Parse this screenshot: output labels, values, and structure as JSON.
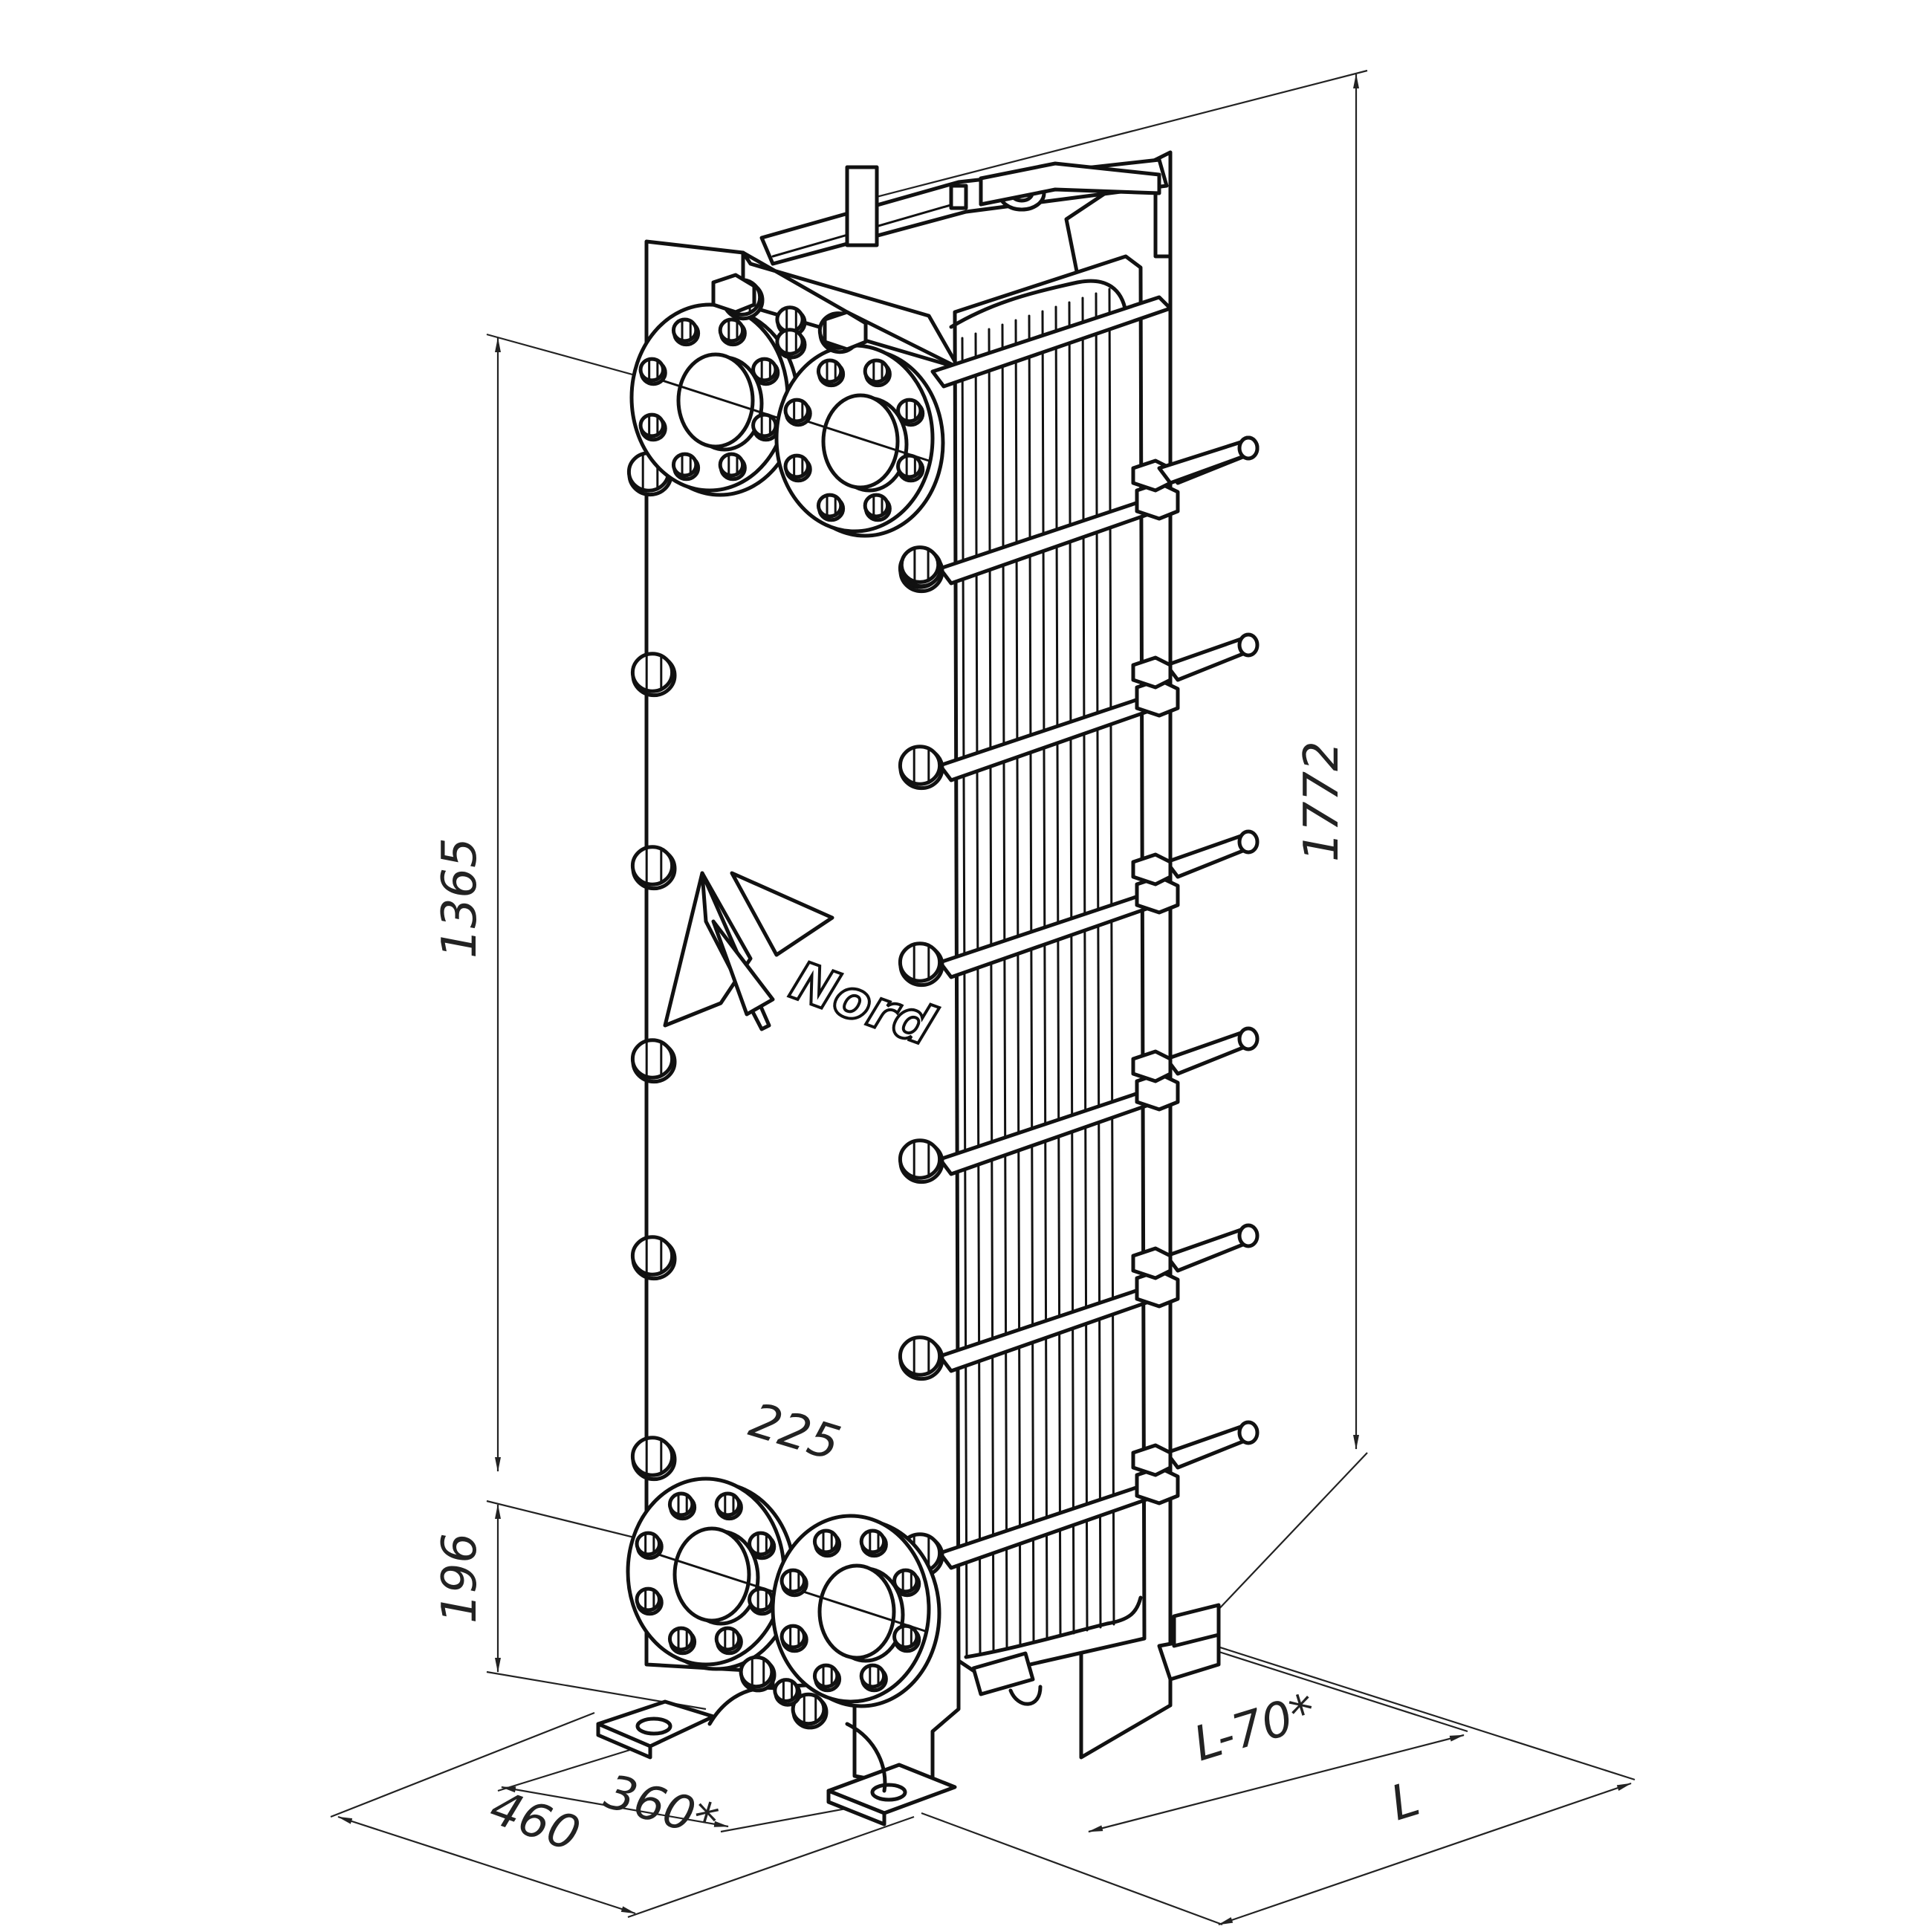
{
  "drawing": {
    "brand": "Nord",
    "dimensions": {
      "height_total": "1772",
      "port_vertical": "1365",
      "port_bottom": "196",
      "port_horizontal": "225",
      "bolt_spacing": "360*",
      "frame_width": "460",
      "pack_length": "L-70*",
      "overall_length": "L"
    }
  }
}
